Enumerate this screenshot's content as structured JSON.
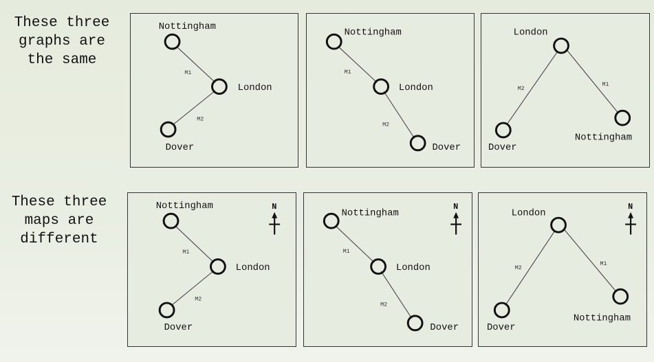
{
  "rows": [
    {
      "label": "These three\ngraphs are\nthe same",
      "panels": [
        {
          "cities": {
            "a": "Nottingham",
            "b": "London",
            "c": "Dover"
          },
          "roads": {
            "ab": "M1",
            "bc": "M2"
          },
          "compass": ""
        },
        {
          "cities": {
            "a": "Nottingham",
            "b": "London",
            "c": "Dover"
          },
          "roads": {
            "ab": "M1",
            "bc": "M2"
          },
          "compass": ""
        },
        {
          "cities": {
            "a": "London",
            "b": "Dover",
            "c": "Nottingham"
          },
          "roads": {
            "ab": "M2",
            "ac": "M1"
          },
          "compass": ""
        }
      ]
    },
    {
      "label": "These three\nmaps are\ndifferent",
      "panels": [
        {
          "cities": {
            "a": "Nottingham",
            "b": "London",
            "c": "Dover"
          },
          "roads": {
            "ab": "M1",
            "bc": "M2"
          },
          "compass": "N"
        },
        {
          "cities": {
            "a": "Nottingham",
            "b": "London",
            "c": "Dover"
          },
          "roads": {
            "ab": "M1",
            "bc": "M2"
          },
          "compass": "N"
        },
        {
          "cities": {
            "a": "London",
            "b": "Dover",
            "c": "Nottingham"
          },
          "roads": {
            "ab": "M2",
            "ac": "M1"
          },
          "compass": "N"
        }
      ]
    }
  ]
}
